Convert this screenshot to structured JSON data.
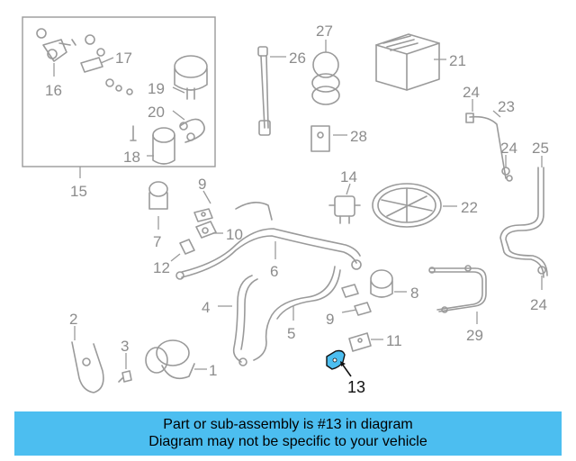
{
  "labels": {
    "p1": "1",
    "p2": "2",
    "p3": "3",
    "p4": "4",
    "p5": "5",
    "p6": "6",
    "p7": "7",
    "p8": "8",
    "p9a": "9",
    "p9b": "9",
    "p10": "10",
    "p11": "11",
    "p12": "12",
    "p13": "13",
    "p14": "14",
    "p15": "15",
    "p16": "16",
    "p17": "17",
    "p18": "18",
    "p19": "19",
    "p20": "20",
    "p21": "21",
    "p22": "22",
    "p23": "23",
    "p24a": "24",
    "p24b": "24",
    "p24c": "24",
    "p25": "25",
    "p26": "26",
    "p27": "27",
    "p28": "28",
    "p29": "29"
  },
  "highlight_color": "#4cbef0",
  "banner": {
    "line1": "Part or sub-assembly is #13 in diagram",
    "line2": "Diagram may not be specific to your vehicle"
  }
}
